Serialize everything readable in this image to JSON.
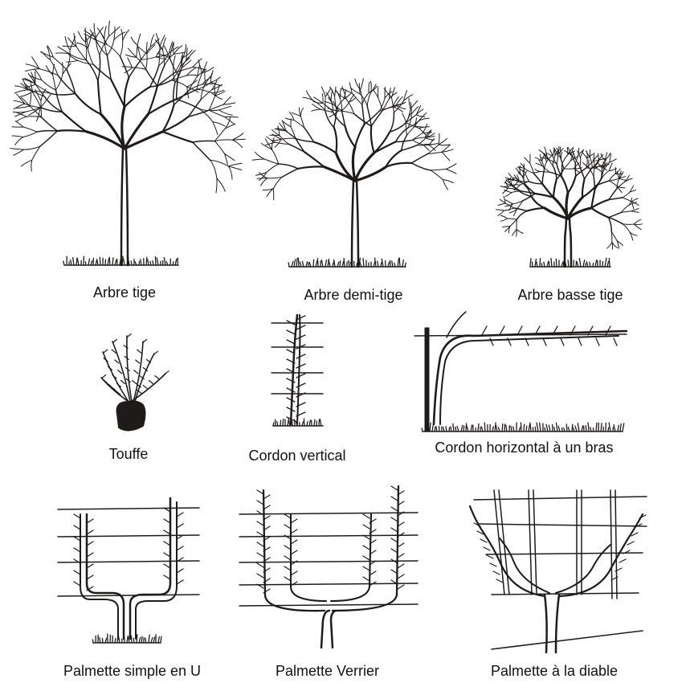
{
  "figures": [
    {
      "id": "arbre-tige",
      "label": "Arbre tige"
    },
    {
      "id": "arbre-demi-tige",
      "label": "Arbre demi-tige"
    },
    {
      "id": "arbre-basse-tige",
      "label": "Arbre basse tige"
    },
    {
      "id": "touffe",
      "label": "Touffe"
    },
    {
      "id": "cordon-vertical",
      "label": "Cordon vertical"
    },
    {
      "id": "cordon-horizontal",
      "label": "Cordon horizontal à un bras"
    },
    {
      "id": "palmette-simple-u",
      "label": "Palmette simple en U"
    },
    {
      "id": "palmette-verrier",
      "label": "Palmette Verrier"
    },
    {
      "id": "palmette-diable",
      "label": "Palmette à la diable"
    }
  ],
  "colors": {
    "ink": "#1f1b1b",
    "background": "#ffffff"
  }
}
